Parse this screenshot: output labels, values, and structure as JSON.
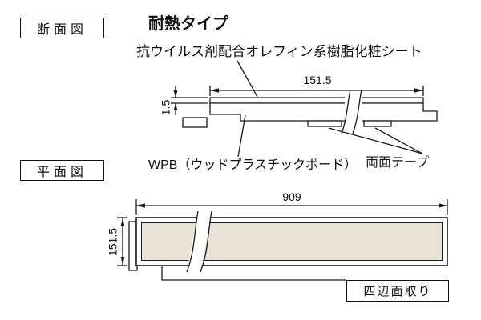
{
  "colors": {
    "background": "#ffffff",
    "line": "#1a1a1a",
    "board_fill": "#e9e3d5",
    "label_box_bg": "#ffffff"
  },
  "section_view": {
    "box_label": "断面図",
    "title": "耐熱タイプ",
    "sheet_label": "抗ウイルス剤配合オレフィン系樹脂化粧シート",
    "width_dim": "151.5",
    "thickness_dim": "1.5",
    "core_label": "WPB（ウッドプラスチックボード）",
    "tape_label": "両面テープ"
  },
  "plan_view": {
    "box_label": "平面図",
    "length_dim": "909",
    "width_dim": "151.5",
    "chamfer_label": "四辺面取り"
  }
}
